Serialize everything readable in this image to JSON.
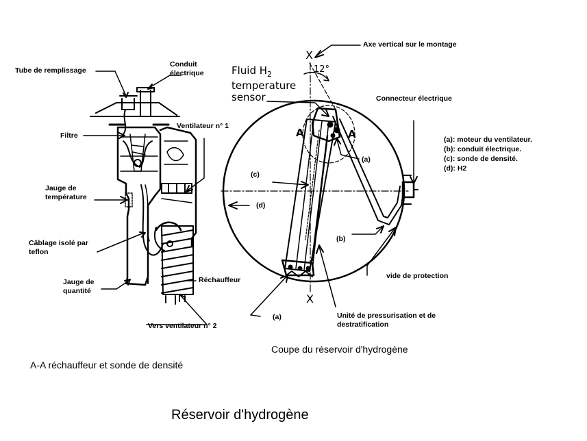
{
  "labels": {
    "tube_remplissage": "Tube de remplissage",
    "conduit_line1": "Conduit",
    "conduit_line2": "électrique",
    "filtre": "Filtre",
    "ventilateur_1": "Ventilateur n° 1",
    "jauge_temp_line1": "Jauge de",
    "jauge_temp_line2": "température",
    "cablage_line1": "Câblage isolé par",
    "cablage_line2": "teflon",
    "jauge_qte_line1": "Jauge de",
    "jauge_qte_line2": "quantité",
    "rechauffeur": "Réchauffeur",
    "vers_ventilateur_2": "Vers ventilateur n° 2",
    "axe_vertical": "Axe vertical sur le montage",
    "fluid_line1": "Fluid H",
    "fluid_sub": "2",
    "fluid_line2": "temperature",
    "fluid_line3": "sensor",
    "angle": "12°",
    "axis_x_top": "X",
    "axis_x_bottom": "X",
    "section_a_left": "A",
    "section_a_right": "A",
    "connecteur": "Connecteur électrique",
    "marker_a_right": "(a)",
    "marker_c": "(c)",
    "marker_d": "(d)",
    "marker_b": "(b)",
    "marker_a_bottom": "(a)",
    "vide_protection": "vide de protection",
    "unite_line1": "Unité de pressurisation et de",
    "unite_line2": "destratification"
  },
  "legend": [
    "(a): moteur du ventilateur.",
    "(b): conduit électrique.",
    "(c): sonde de densité.",
    "(d): H2"
  ],
  "captions": {
    "left": "A-A réchauffeur et sonde de densité",
    "right": "Coupe du réservoir d'hydrogène",
    "main_title": "Réservoir d'hydrogène"
  }
}
